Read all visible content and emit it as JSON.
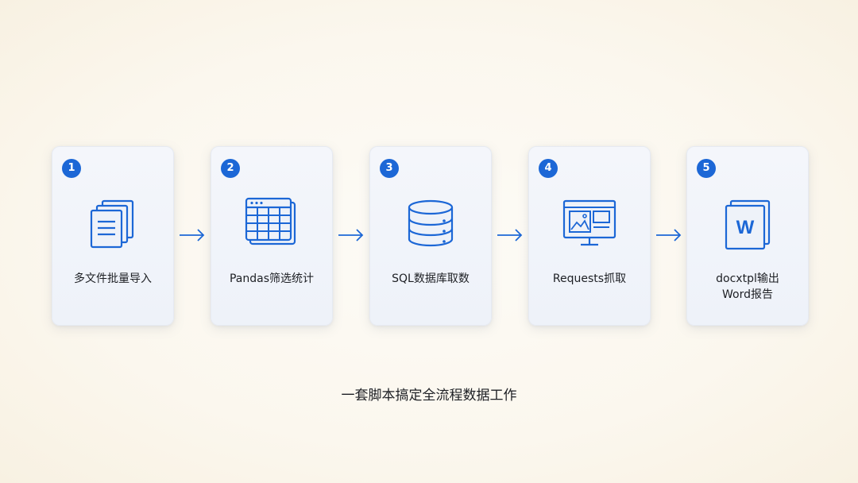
{
  "steps": [
    {
      "number": "1",
      "label": "多文件批量导入",
      "icon": "stacked-documents-icon"
    },
    {
      "number": "2",
      "label": "Pandas筛选统计",
      "icon": "spreadsheet-table-icon"
    },
    {
      "number": "3",
      "label": "SQL数据库取数",
      "icon": "database-icon"
    },
    {
      "number": "4",
      "label": "Requests抓取",
      "icon": "web-page-monitor-icon"
    },
    {
      "number": "5",
      "label": "docxtpl输出\nWord报告",
      "icon": "word-document-icon"
    }
  ],
  "word_icon_letter": "W",
  "caption": "一套脚本搞定全流程数据工作",
  "colors": {
    "accent": "#1c67d6",
    "background": "#fbf7ee",
    "card": "#f1f4fa",
    "text": "#1d1f24"
  }
}
